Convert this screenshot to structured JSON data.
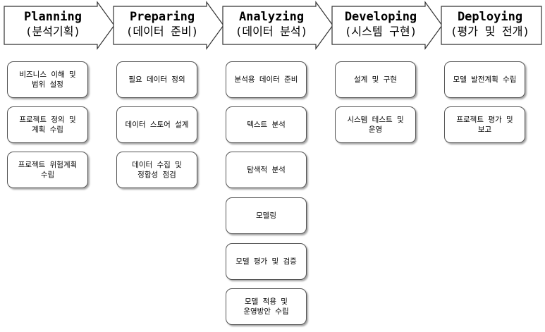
{
  "phases": [
    {
      "title": "Planning",
      "subtitle": "(분석기획)",
      "tasks": [
        "비즈니스 이해 및\n범위 설정",
        "프로젝트 정의 및\n계획 수립",
        "프로젝트 위험계획\n수립"
      ]
    },
    {
      "title": "Preparing",
      "subtitle": "(데이터 준비)",
      "tasks": [
        "필요 데이터 정의",
        "데이터 스토어 설계",
        "데이터 수집 및\n정합성 점검"
      ]
    },
    {
      "title": "Analyzing",
      "subtitle": "(데이터 분석)",
      "tasks": [
        "분석용 데이터 준비",
        "텍스트 분석",
        "탐색적 분석",
        "모델링",
        "모델 평가 및 검증",
        "모델 적용 및\n운영방안 수립"
      ]
    },
    {
      "title": "Developing",
      "subtitle": "(시스템 구현)",
      "tasks": [
        "설계 및 구현",
        "시스템 테스트 및\n운영"
      ]
    },
    {
      "title": "Deploying",
      "subtitle": "(평가 및 전개)",
      "tasks": [
        "모델 발전계획 수립",
        "프로젝트 평가 및\n보고"
      ]
    }
  ]
}
